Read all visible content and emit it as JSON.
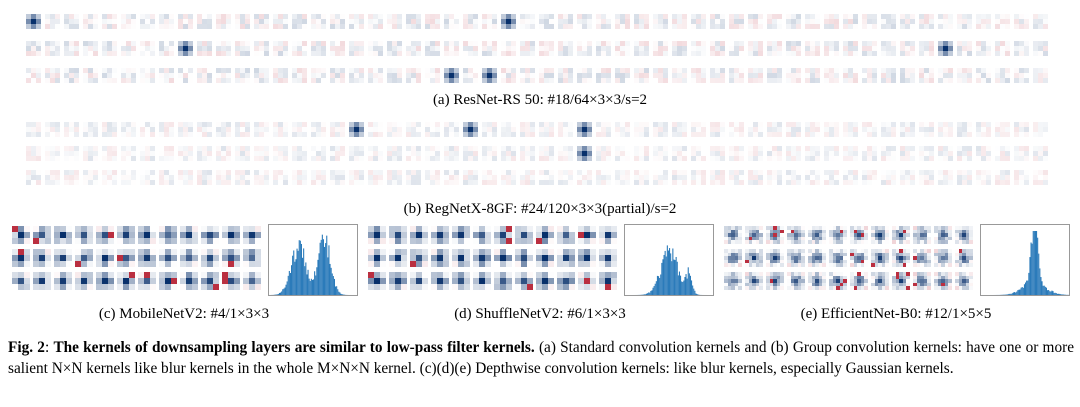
{
  "panels": {
    "a": {
      "caption": "(a) ResNet-RS 50: #18/64×3×3/s=2"
    },
    "b": {
      "caption": "(b) RegNetX-8GF: #24/120×3×3(partial)/s=2"
    },
    "c": {
      "caption": "(c) MobileNetV2: #4/1×3×3"
    },
    "d": {
      "caption": "(d) ShuffleNetV2: #6/1×3×3"
    },
    "e": {
      "caption": "(e) EfficientNet-B0: #12/1×5×5"
    }
  },
  "figure": {
    "label": "Fig. 2",
    "colon": ":",
    "bold_title": "The kernels of downsampling layers are similar to low-pass filter kernels.",
    "body": "(a) Standard convolution kernels and (b) Group convolution kernels: have one or more salient N×N kernels like blur kernels in the whole M×N×N kernel. (c)(d)(e) Depthwise convolution kernels: like blur kernels, especially Gaussian kernels."
  },
  "colors": {
    "positive": "#08306b",
    "negative": "#b2182b",
    "histogram": "#2b7bba"
  }
}
